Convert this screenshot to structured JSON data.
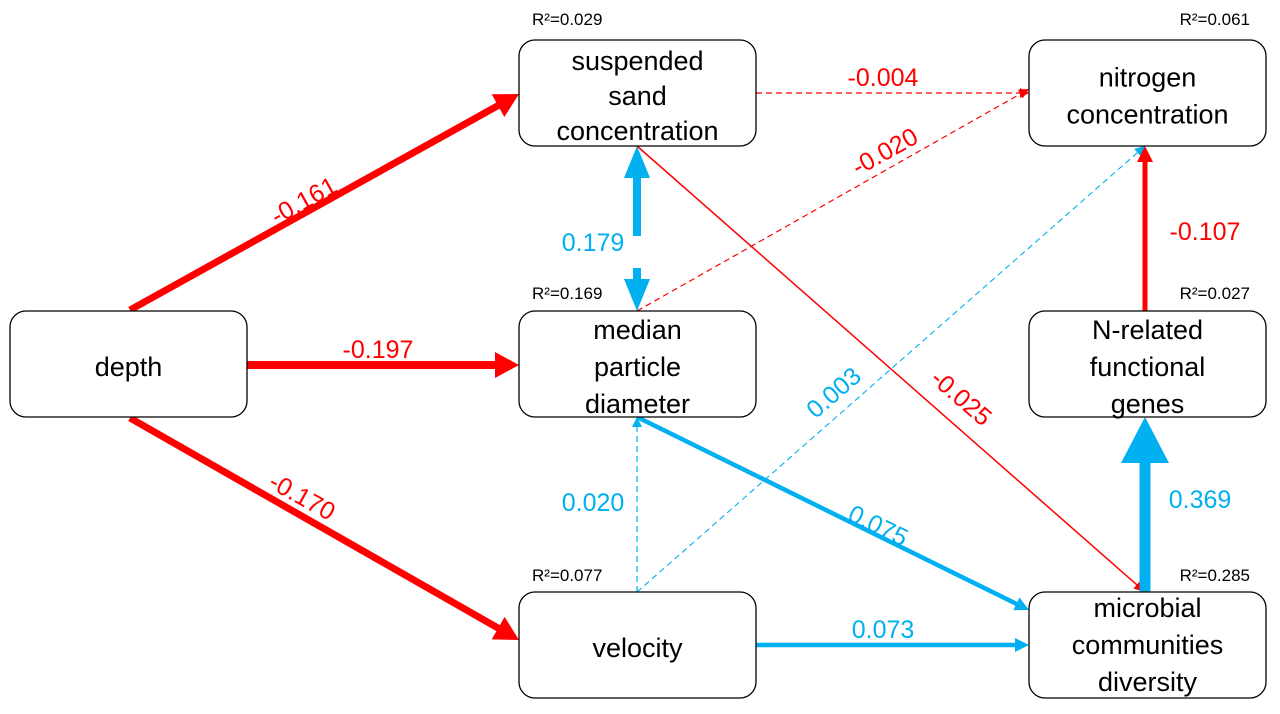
{
  "colors": {
    "negative": "#ff0000",
    "positive": "#00b0f0",
    "text": "#000000"
  },
  "nodes": {
    "depth": {
      "lines": [
        "depth"
      ],
      "r2": ""
    },
    "ssc": {
      "lines": [
        "suspended",
        "sand",
        "concentration"
      ],
      "r2": "R²=0.029"
    },
    "mpd": {
      "lines": [
        "median",
        "particle",
        "diameter"
      ],
      "r2": "R²=0.169"
    },
    "velocity": {
      "lines": [
        "velocity"
      ],
      "r2": "R²=0.077"
    },
    "nitrogen": {
      "lines": [
        "nitrogen",
        "concentration"
      ],
      "r2": "R²=0.061"
    },
    "ngenes": {
      "lines": [
        "N-related",
        "functional",
        "genes"
      ],
      "r2": "R²=0.027"
    },
    "microbial": {
      "lines": [
        "microbial",
        "communities",
        "diversity"
      ],
      "r2": "R²=0.285"
    }
  },
  "edges": {
    "depth_ssc": {
      "label": "-0.161",
      "sign": "negative",
      "style": "solid"
    },
    "depth_mpd": {
      "label": "-0.197",
      "sign": "negative",
      "style": "solid"
    },
    "depth_velocity": {
      "label": "-0.170",
      "sign": "negative",
      "style": "solid"
    },
    "ssc_mpd": {
      "label": "0.179",
      "sign": "positive",
      "style": "solid"
    },
    "ssc_nitrogen": {
      "label": "-0.004",
      "sign": "negative",
      "style": "dashed"
    },
    "mpd_nitrogen": {
      "label": "-0.020",
      "sign": "negative",
      "style": "dashed"
    },
    "ssc_microbial": {
      "label": "-0.025",
      "sign": "negative",
      "style": "solid"
    },
    "velocity_nitrogen": {
      "label": "0.003",
      "sign": "positive",
      "style": "dashed"
    },
    "velocity_mpd": {
      "label": "0.020",
      "sign": "positive",
      "style": "dashed"
    },
    "mpd_microbial": {
      "label": "0.075",
      "sign": "positive",
      "style": "solid"
    },
    "velocity_microbial": {
      "label": "0.073",
      "sign": "positive",
      "style": "solid"
    },
    "microbial_ngenes": {
      "label": "0.369",
      "sign": "positive",
      "style": "solid"
    },
    "ngenes_nitrogen": {
      "label": "-0.107",
      "sign": "negative",
      "style": "solid"
    }
  }
}
